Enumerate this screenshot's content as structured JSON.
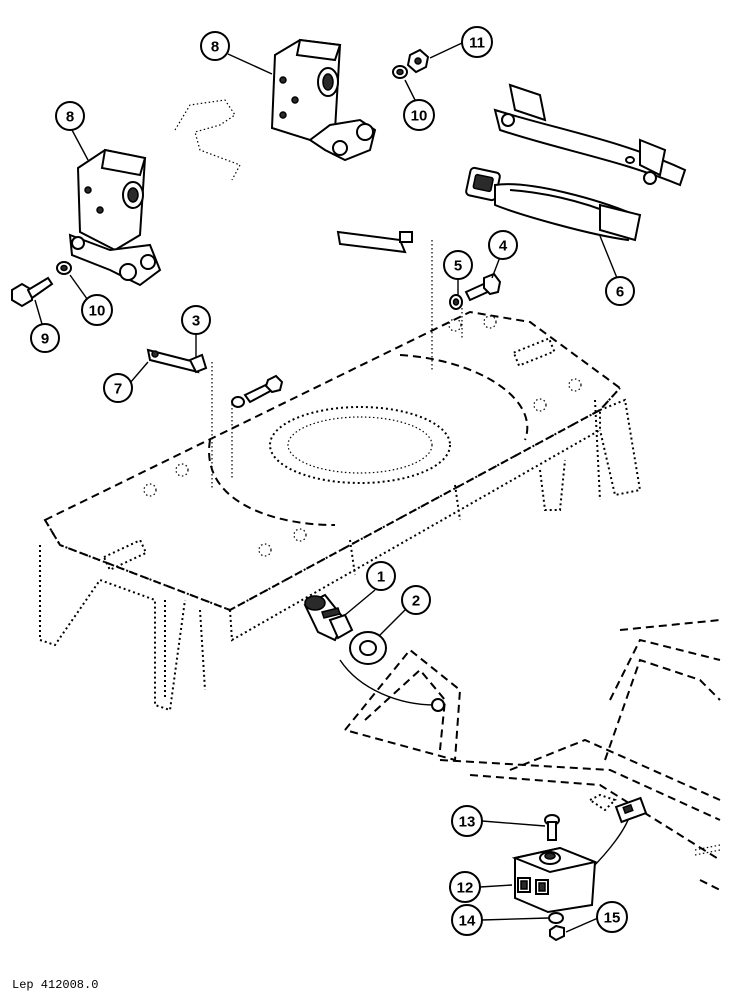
{
  "diagram": {
    "reference": "Lep 412008.0",
    "callouts": [
      {
        "id": "c1",
        "label": "1"
      },
      {
        "id": "c2",
        "label": "2"
      },
      {
        "id": "c3",
        "label": "3"
      },
      {
        "id": "c4",
        "label": "4"
      },
      {
        "id": "c5",
        "label": "5"
      },
      {
        "id": "c6",
        "label": "6"
      },
      {
        "id": "c7",
        "label": "7"
      },
      {
        "id": "c8a",
        "label": "8"
      },
      {
        "id": "c8b",
        "label": "8"
      },
      {
        "id": "c9",
        "label": "9"
      },
      {
        "id": "c10a",
        "label": "10"
      },
      {
        "id": "c10b",
        "label": "10"
      },
      {
        "id": "c11",
        "label": "11"
      },
      {
        "id": "c12",
        "label": "12"
      },
      {
        "id": "c13",
        "label": "13"
      },
      {
        "id": "c14",
        "label": "14"
      },
      {
        "id": "c15",
        "label": "15"
      }
    ]
  }
}
